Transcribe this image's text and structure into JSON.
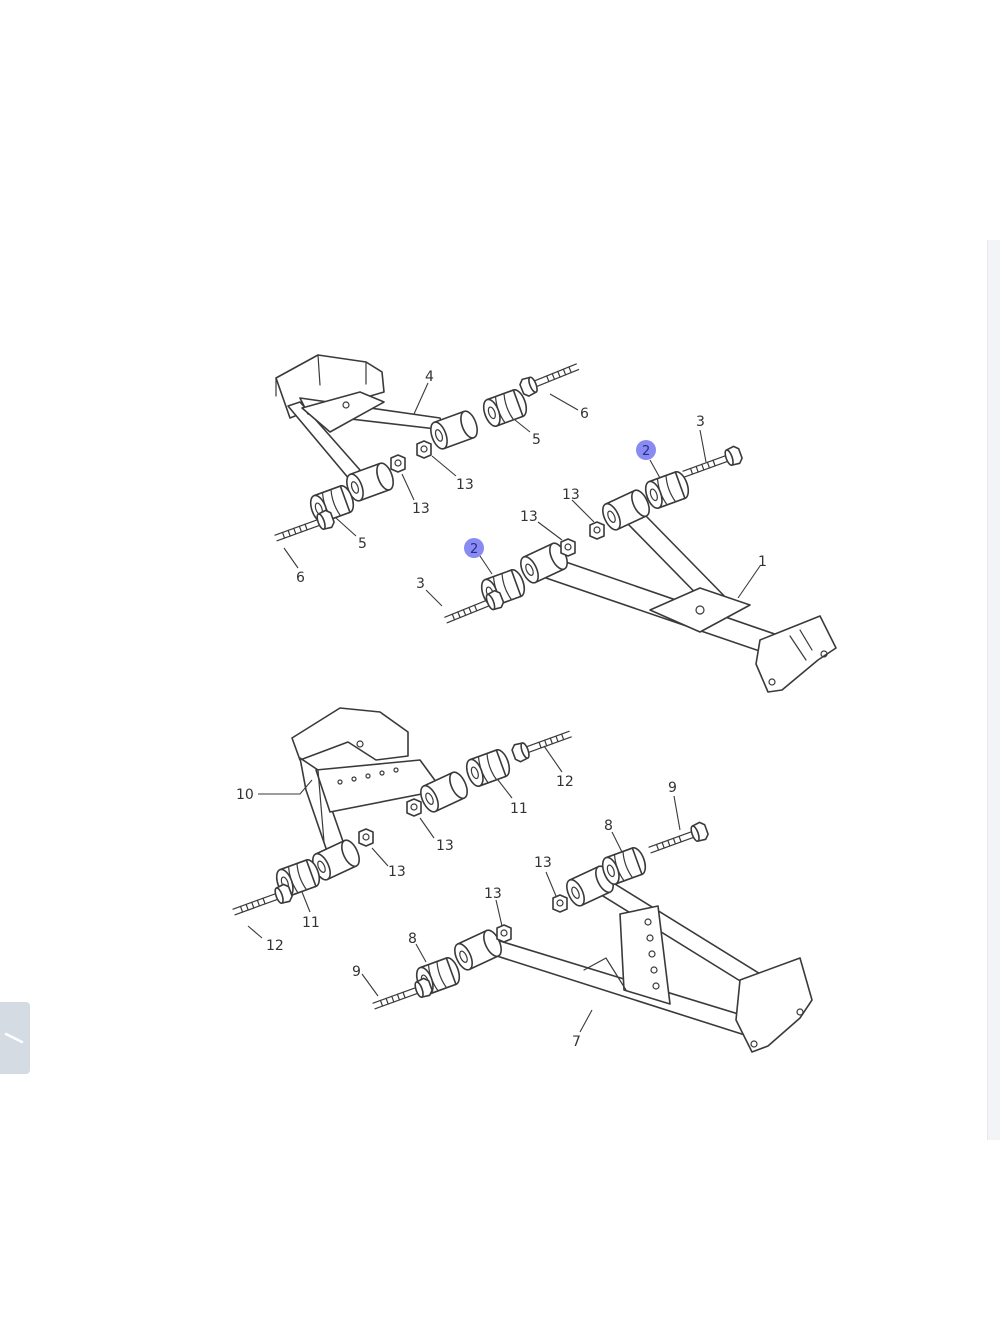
{
  "diagram": {
    "highlight_color": "#7b7ef0",
    "upper_assembly": {
      "callouts": [
        {
          "id": "c1",
          "label": "1"
        },
        {
          "id": "c2a",
          "label": "2",
          "highlighted": true
        },
        {
          "id": "c2b",
          "label": "2",
          "highlighted": true
        },
        {
          "id": "c3a",
          "label": "3"
        },
        {
          "id": "c3b",
          "label": "3"
        },
        {
          "id": "c4",
          "label": "4"
        },
        {
          "id": "c5a",
          "label": "5"
        },
        {
          "id": "c5b",
          "label": "5"
        },
        {
          "id": "c6a",
          "label": "6"
        },
        {
          "id": "c6b",
          "label": "6"
        },
        {
          "id": "c13a",
          "label": "13"
        },
        {
          "id": "c13b",
          "label": "13"
        },
        {
          "id": "c13c",
          "label": "13"
        },
        {
          "id": "c13d",
          "label": "13"
        }
      ]
    },
    "lower_assembly": {
      "callouts": [
        {
          "id": "c7",
          "label": "7"
        },
        {
          "id": "c8a",
          "label": "8"
        },
        {
          "id": "c8b",
          "label": "8"
        },
        {
          "id": "c9a",
          "label": "9"
        },
        {
          "id": "c9b",
          "label": "9"
        },
        {
          "id": "c10",
          "label": "10"
        },
        {
          "id": "c11a",
          "label": "11"
        },
        {
          "id": "c11b",
          "label": "11"
        },
        {
          "id": "c12a",
          "label": "12"
        },
        {
          "id": "c12b",
          "label": "12"
        },
        {
          "id": "c13e",
          "label": "13"
        },
        {
          "id": "c13f",
          "label": "13"
        },
        {
          "id": "c13g",
          "label": "13"
        },
        {
          "id": "c13h",
          "label": "13"
        }
      ]
    }
  },
  "side_tab": {
    "icon": "chevron-left-icon"
  }
}
